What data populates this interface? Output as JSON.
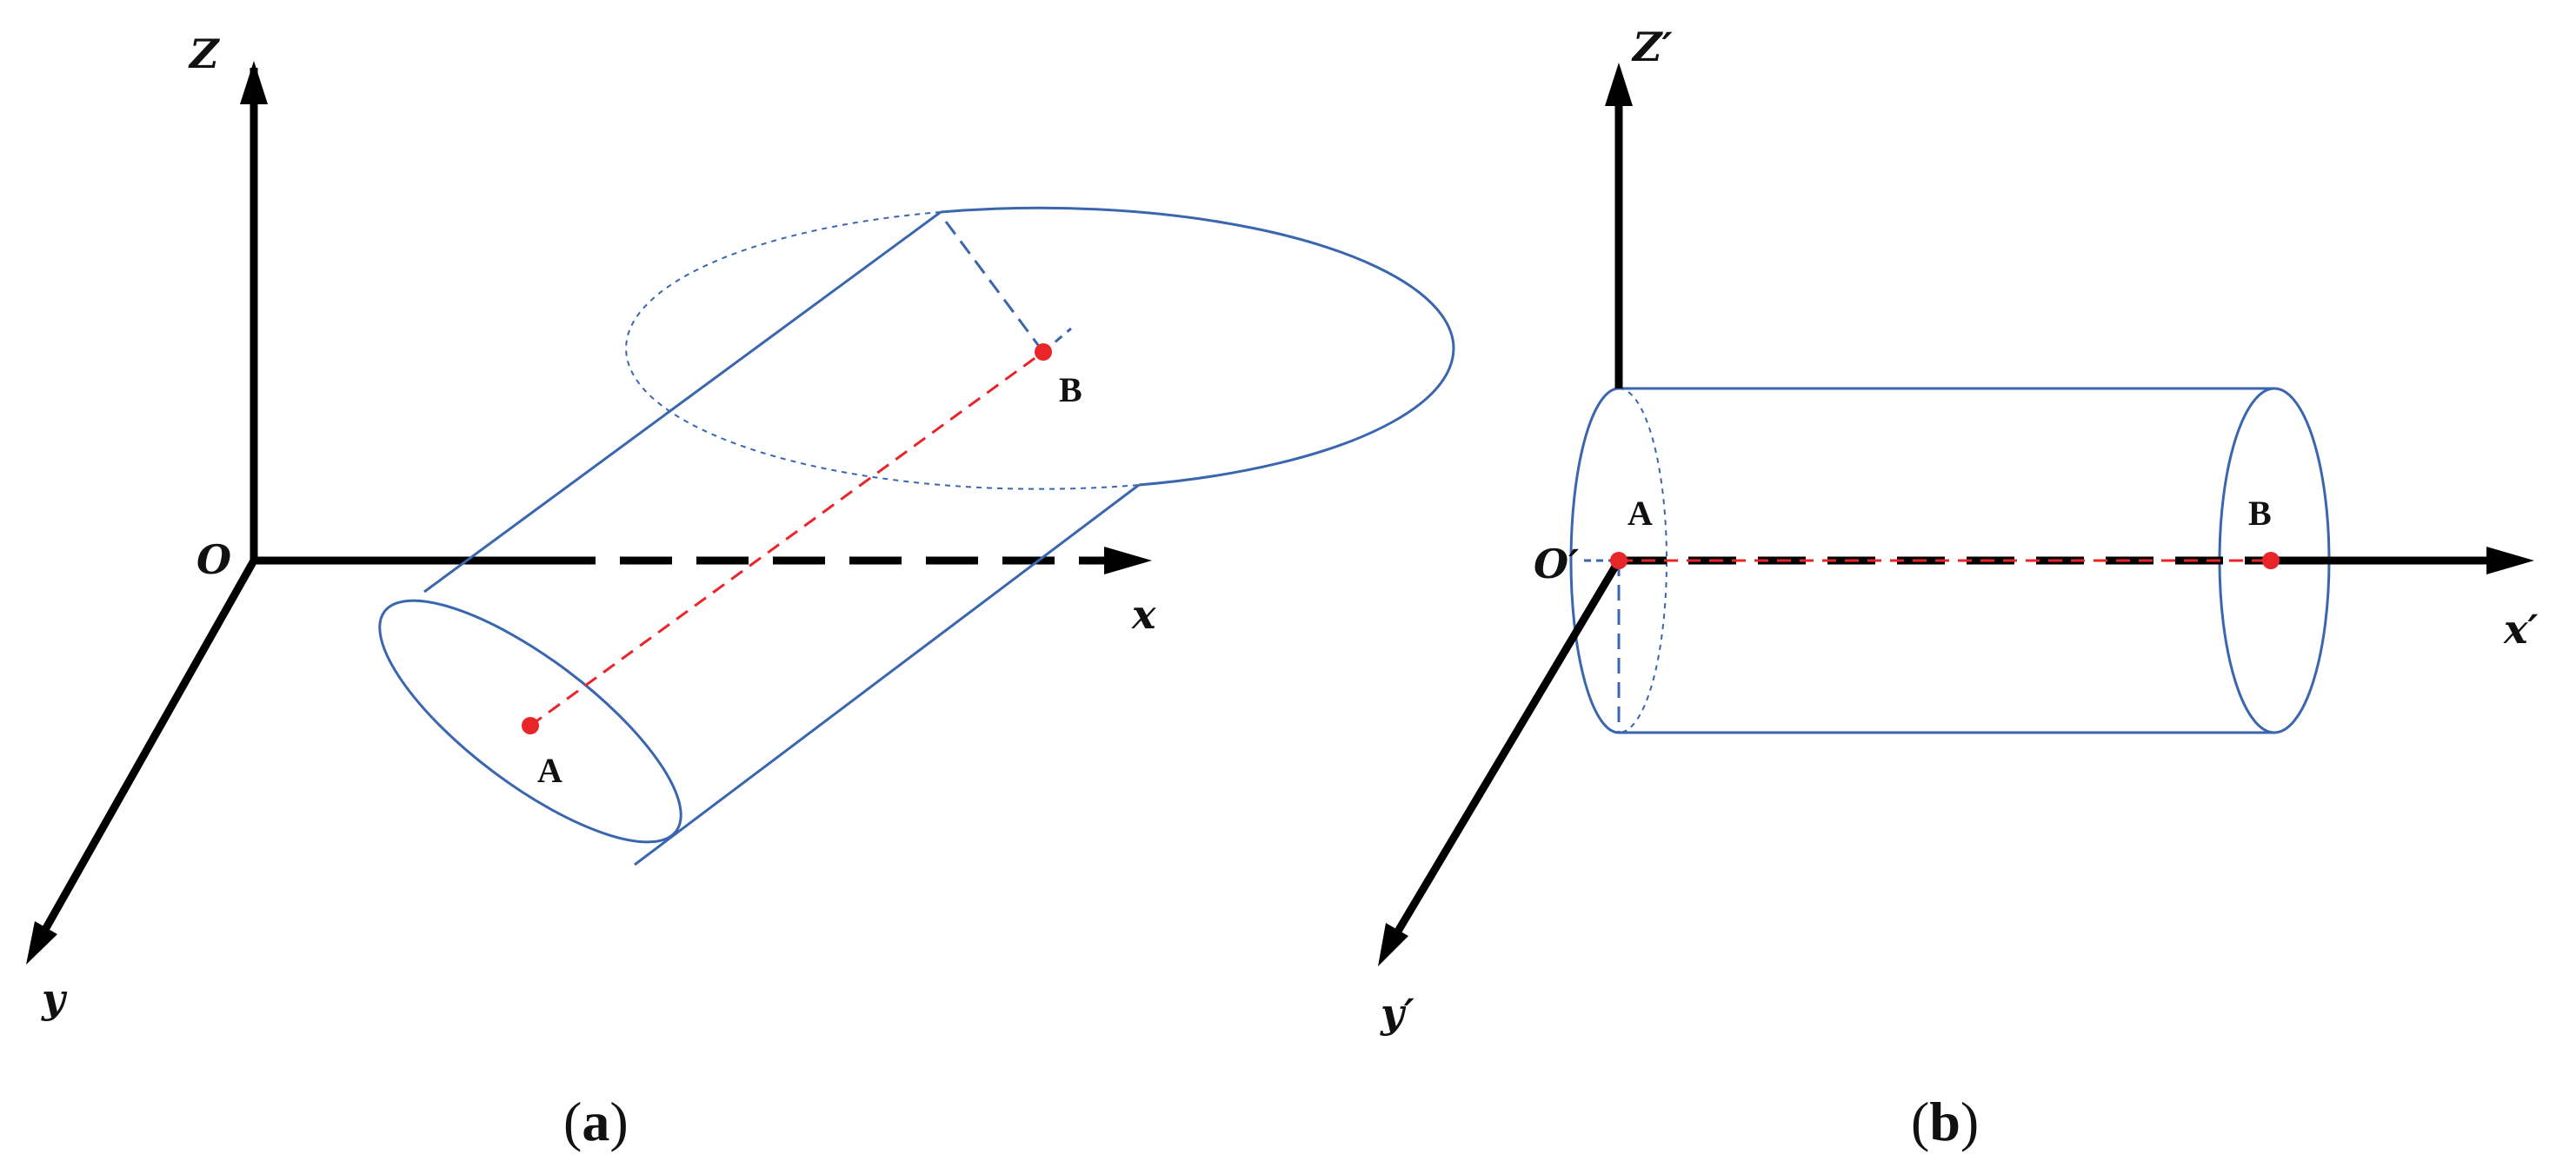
{
  "panels": [
    {
      "id": "a",
      "caption": {
        "open": "(",
        "letter": "a",
        "close": ")"
      },
      "axes": {
        "origin": "O",
        "x": "x",
        "y": "y",
        "z": "Z"
      },
      "points": {
        "start": "A",
        "end": "B"
      }
    },
    {
      "id": "b",
      "caption": {
        "open": "(",
        "letter": "b",
        "close": ")"
      },
      "axes": {
        "origin": "O′",
        "x": "x′",
        "y": "y′",
        "z": "Z′"
      },
      "points": {
        "start": "A",
        "end": "B"
      }
    }
  ],
  "colors": {
    "axis": "#000000",
    "cylinder": "#3a66b0",
    "centerline": "#e8262a",
    "point": "#e8262a"
  }
}
